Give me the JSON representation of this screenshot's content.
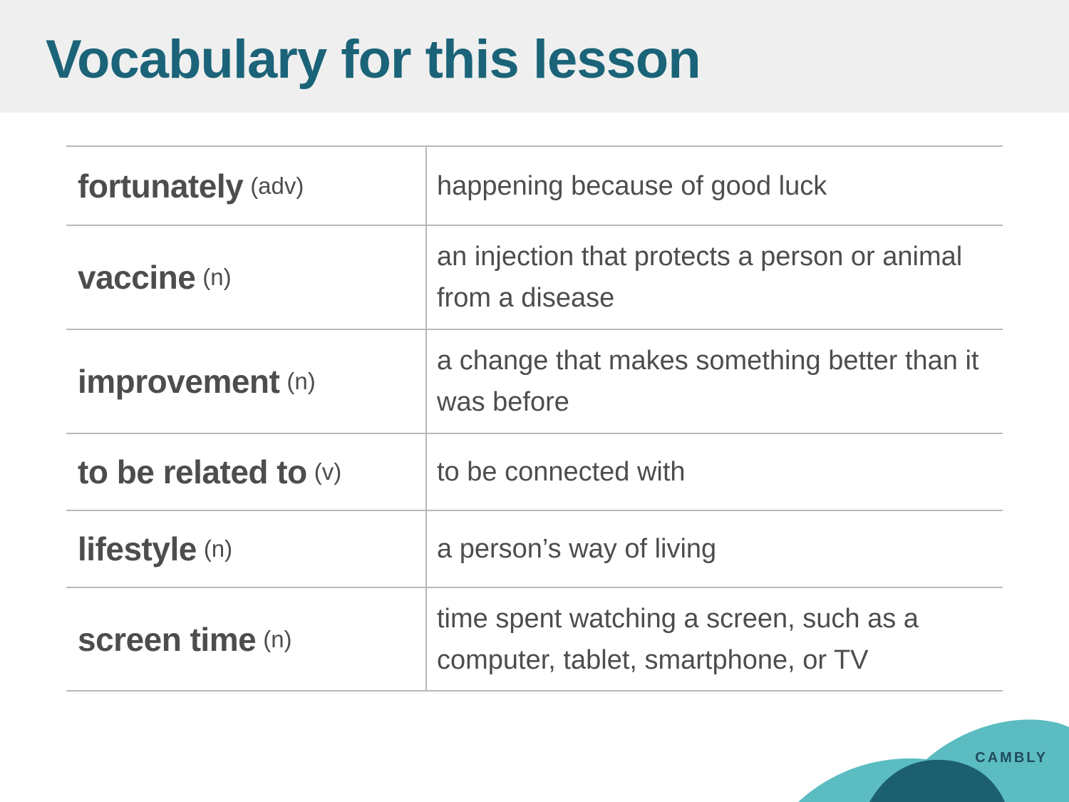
{
  "slide": {
    "title": "Vocabulary for this lesson"
  },
  "vocabulary": [
    {
      "term": "fortunately",
      "pos": "(adv)",
      "definition": "happening because of good luck"
    },
    {
      "term": "vaccine",
      "pos": "(n)",
      "definition": "an injection that protects a person or animal from a disease"
    },
    {
      "term": "improvement",
      "pos": "(n)",
      "definition": "a change that makes something better than it was before"
    },
    {
      "term": "to be related to",
      "pos": "(v)",
      "definition": "to be connected with"
    },
    {
      "term": "lifestyle",
      "pos": "(n)",
      "definition": "a person’s way of living"
    },
    {
      "term": "screen time",
      "pos": "(n)",
      "definition": "time spent watching a screen, such as a computer, tablet, smartphone, or TV"
    }
  ],
  "brand": {
    "logo_text": "CAMBLY",
    "colors": {
      "accent_teal": "#1b6378",
      "light_teal": "#5bbcc2",
      "dark_teal": "#1c5f70"
    }
  }
}
